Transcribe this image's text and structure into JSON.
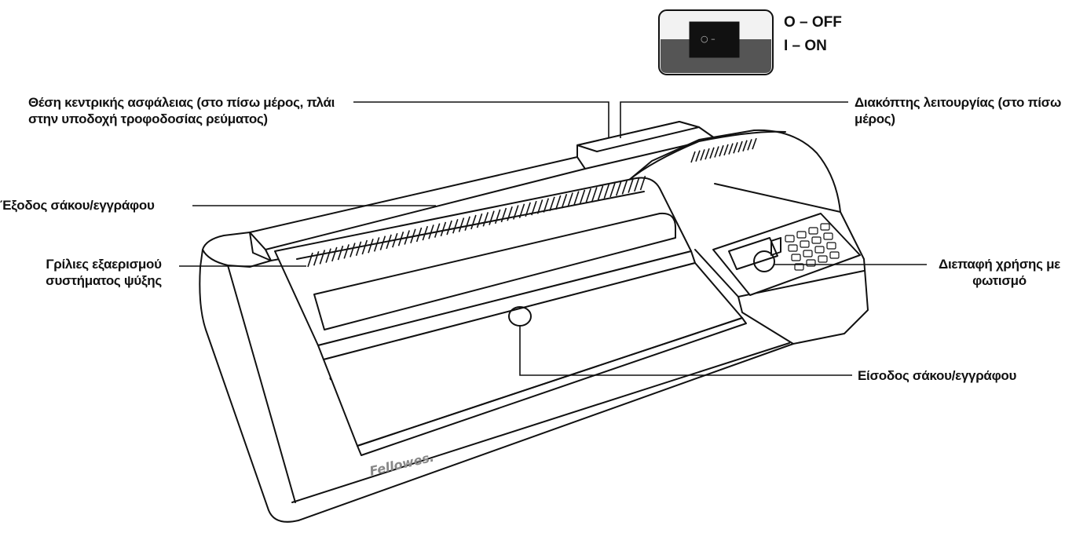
{
  "switch_legend": {
    "off": "O – OFF",
    "on": "I – ON",
    "switch_mark": "○ –"
  },
  "callouts": {
    "main_fuse": [
      "Θέση κεντρικής ασφάλειας (στο πίσω μέρος, πλάι",
      "στην υποδοχή τροφοδοσίας ρεύματος)"
    ],
    "power_switch": [
      "Διακόπτης λειτουργίας (στο πίσω",
      "μέρος)"
    ],
    "pouch_exit": [
      "Έξοδος σάκου/εγγράφου"
    ],
    "cooling_vents": [
      "Γρίλιες εξαερισμού",
      "συστήματος ψύξης"
    ],
    "user_interface": [
      "Διεπαφή χρήσης με",
      "φωτισμό"
    ],
    "pouch_entry": [
      "Είσοδος σάκου/εγγράφου"
    ]
  },
  "brand": {
    "logo": "Fellowes."
  },
  "colors": {
    "line": "#111111",
    "switch_dark": "#555555",
    "switch_light": "#f2f2f2",
    "rocker": "#111111"
  }
}
